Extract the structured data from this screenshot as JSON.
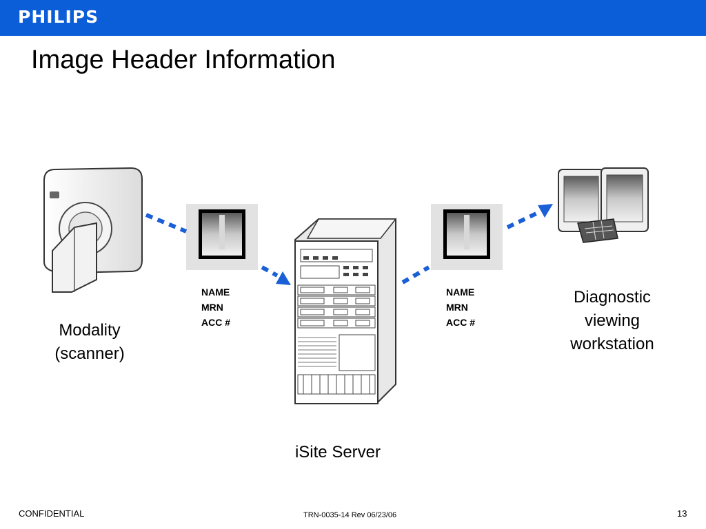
{
  "header": {
    "logo_text": "PHILIPS",
    "bar_color": "#0b5ed7"
  },
  "slide": {
    "title": "Image Header Information"
  },
  "diagram": {
    "modality": {
      "lines": [
        "Modality",
        "(scanner)"
      ],
      "icon": "ct-scanner-icon"
    },
    "server": {
      "label": "iSite Server",
      "icon": "server-rack-icon"
    },
    "workstation": {
      "lines": [
        "Diagnostic",
        "viewing",
        "workstation"
      ],
      "icon": "workstation-monitors-icon"
    },
    "image_left": {
      "icon": "xray-image-icon",
      "fields": [
        "NAME",
        "MRN",
        "ACC #"
      ]
    },
    "image_right": {
      "icon": "xray-image-icon",
      "fields": [
        "NAME",
        "MRN",
        "ACC #"
      ]
    },
    "arrow_color": "#1a5fd6"
  },
  "footer": {
    "confidential": "CONFIDENTIAL",
    "doc_ref": "TRN-0035-14 Rev 06/23/06",
    "page_number": "13"
  }
}
